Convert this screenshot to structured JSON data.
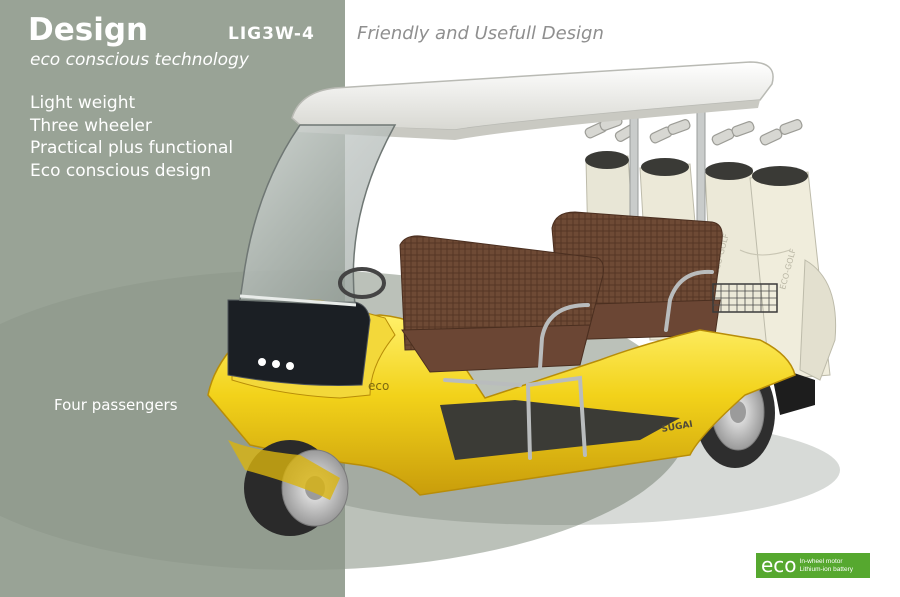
{
  "header": {
    "title": "Design",
    "model": "LIG3W-4",
    "subtitle": "eco conscious technology",
    "tagline": "Friendly and Usefull Design"
  },
  "features": [
    "Light weight",
    "Three wheeler",
    "Practical plus functional",
    "Eco conscious design"
  ],
  "callout": "Four passengers",
  "vehicle_markings": {
    "body_logo": "eco",
    "brand": "SUGAI",
    "bag_text": "ECO-GOLF"
  },
  "badge": {
    "word": "eco",
    "line1": "In-wheel motor",
    "line2": "Lithium-ion battery"
  },
  "colors": {
    "panel": "#99a396",
    "body_yellow": "#f2d21a",
    "seat_brown": "#6e4a35",
    "badge_green": "#56a82f"
  }
}
